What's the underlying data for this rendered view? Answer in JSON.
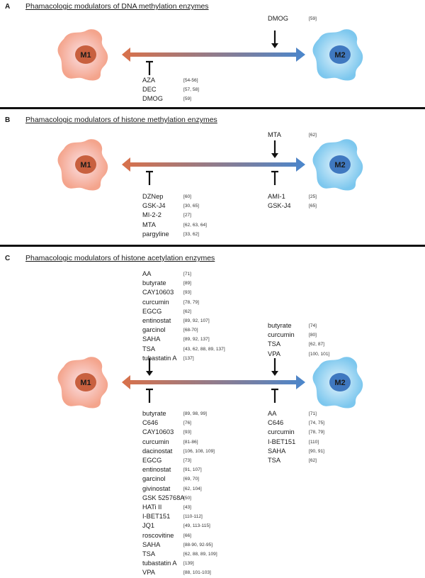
{
  "colors": {
    "m1_cell": "#f4a48c",
    "m1_nucleus": "#c8603f",
    "m2_cell": "#7cc7ee",
    "m2_nucleus": "#3f78c0",
    "arrow_left": "#d9714a",
    "arrow_right": "#4a86cc"
  },
  "cells": {
    "m1_label": "M1",
    "m2_label": "M2"
  },
  "panels": [
    {
      "letter": "A",
      "title": "Phamacologic modulators of DNA methylation enzymes",
      "top_right_activators": [
        {
          "drug": "DMOG",
          "ref": "[59]"
        }
      ],
      "bottom_left_inhibitors": [
        {
          "drug": "AZA",
          "ref": "[54-56]"
        },
        {
          "drug": "DEC",
          "ref": "[57, 58]"
        },
        {
          "drug": "DMOG",
          "ref": "[59]"
        }
      ]
    },
    {
      "letter": "B",
      "title": "Phamacologic modulators of histone methylation enzymes",
      "top_right_activators": [
        {
          "drug": "MTA",
          "ref": "[62]"
        }
      ],
      "bottom_left_inhibitors": [
        {
          "drug": "DZNep",
          "ref": "[60]"
        },
        {
          "drug": "GSK-J4",
          "ref": "[30, 65]"
        },
        {
          "drug": "MI-2-2",
          "ref": "[27]"
        },
        {
          "drug": "MTA",
          "ref": "[62, 63, 64]"
        },
        {
          "drug": "pargyline",
          "ref": "[33, 62]"
        }
      ],
      "bottom_right_inhibitors": [
        {
          "drug": "AMI-1",
          "ref": "[25]"
        },
        {
          "drug": "GSK-J4",
          "ref": "[65]"
        }
      ]
    },
    {
      "letter": "C",
      "title": "Phamacologic modulators of histone acetylation enzymes",
      "top_left_activators": [
        {
          "drug": "AA",
          "ref": "[71]"
        },
        {
          "drug": "butyrate",
          "ref": "[89]"
        },
        {
          "drug": "CAY10603",
          "ref": "[93]"
        },
        {
          "drug": "curcumin",
          "ref": "[78, 79]"
        },
        {
          "drug": "EGCG",
          "ref": "[62]"
        },
        {
          "drug": "entinostat",
          "ref": "[89, 92, 107]"
        },
        {
          "drug": "garcinol",
          "ref": "[68-70]"
        },
        {
          "drug": "SAHA",
          "ref": "[89, 92, 137]"
        },
        {
          "drug": "TSA",
          "ref": "[43, 62, 88, 89, 137]"
        },
        {
          "drug": "tubastatin A",
          "ref": "[137]"
        }
      ],
      "top_right_activators": [
        {
          "drug": "butyrate",
          "ref": "[74]"
        },
        {
          "drug": "curcumin",
          "ref": "[80]"
        },
        {
          "drug": "TSA",
          "ref": "[62, 87]"
        },
        {
          "drug": "VPA",
          "ref": "[100, 101]"
        }
      ],
      "bottom_left_inhibitors": [
        {
          "drug": "butyrate",
          "ref": "[89, 98, 99]"
        },
        {
          "drug": "C646",
          "ref": "[76]"
        },
        {
          "drug": "CAY10603",
          "ref": "[93]"
        },
        {
          "drug": "curcumin",
          "ref": "[81-86]"
        },
        {
          "drug": "dacinostat",
          "ref": "[106, 108, 109]"
        },
        {
          "drug": "EGCG",
          "ref": "[73]"
        },
        {
          "drug": "entinostat",
          "ref": "[91, 107]"
        },
        {
          "drug": "garcinol",
          "ref": "[69, 70]"
        },
        {
          "drug": "givinostat",
          "ref": "[62, 104]"
        },
        {
          "drug": "GSK 525768A",
          "ref": "[50]"
        },
        {
          "drug": "HATi II",
          "ref": "[43]"
        },
        {
          "drug": "I-BET151",
          "ref": "[110-112]"
        },
        {
          "drug": "JQ1",
          "ref": "[49, 113-115]"
        },
        {
          "drug": "roscovitine",
          "ref": "[66]"
        },
        {
          "drug": "SAHA",
          "ref": "[88-90, 92-95]"
        },
        {
          "drug": "TSA",
          "ref": "[62, 88, 89, 109]"
        },
        {
          "drug": "tubastatin A",
          "ref": "[139]"
        },
        {
          "drug": "VPA",
          "ref": "[88, 101-103]"
        }
      ],
      "bottom_right_inhibitors": [
        {
          "drug": "AA",
          "ref": "[71]"
        },
        {
          "drug": "C646",
          "ref": "[74, 75]"
        },
        {
          "drug": "curcumin",
          "ref": "[78, 79]"
        },
        {
          "drug": "I-BET151",
          "ref": "[110]"
        },
        {
          "drug": "SAHA",
          "ref": "[90, 91]"
        },
        {
          "drug": "TSA",
          "ref": "[62]"
        }
      ]
    }
  ]
}
